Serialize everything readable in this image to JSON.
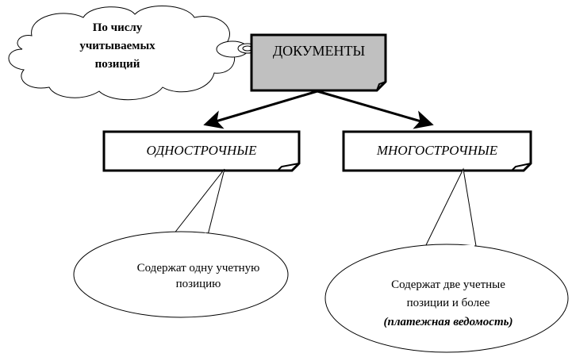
{
  "cloud": {
    "lines": [
      "По числу",
      "учитываемых",
      "позиций"
    ]
  },
  "root": {
    "label": "ДОКУМЕНТЫ",
    "fill": "#c0c0c0"
  },
  "left": {
    "label": "ОДНОСТРОЧНЫЕ",
    "callout": [
      "Содержат одну учетную",
      "позицию"
    ]
  },
  "right": {
    "label": "МНОГОСТРОЧНЫЕ",
    "callout": [
      "Содержат две учетные",
      "позиции и более",
      "(платежная ведомость)"
    ]
  }
}
